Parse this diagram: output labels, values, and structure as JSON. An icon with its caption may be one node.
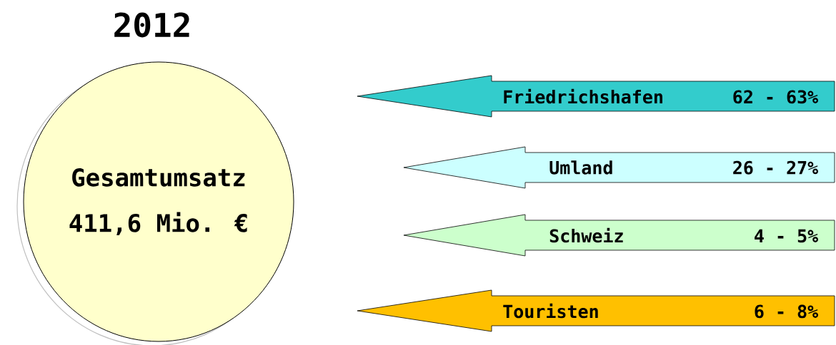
{
  "diagram": {
    "title": "2012",
    "nodes": [
      {
        "text": [
          "Gesamtumsatz",
          "411,6 Mio. €"
        ]
      },
      {
        "text": [
          "Friedrichshafen",
          "62 - 63%"
        ]
      },
      {
        "text": [
          "Umland",
          "26 - 27%"
        ]
      },
      {
        "text": [
          "Schweiz",
          "4 - 5%"
        ]
      },
      {
        "text": [
          "Touristen",
          "6 - 8%"
        ]
      }
    ]
  }
}
